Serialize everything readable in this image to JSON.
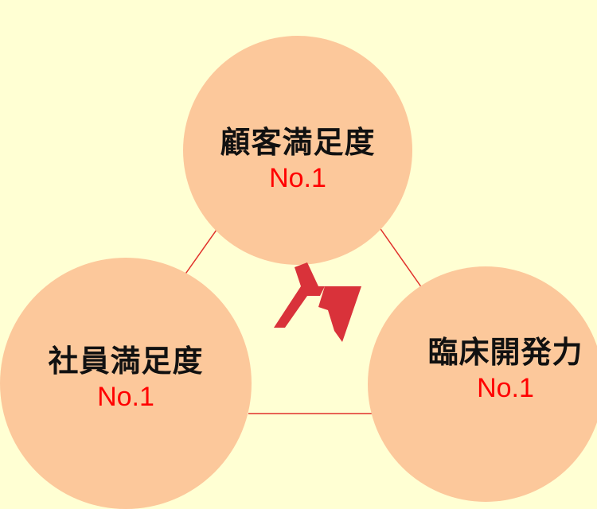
{
  "diagram": {
    "nodes": [
      {
        "id": "top",
        "title": "顧客満足度",
        "rank": "No.1"
      },
      {
        "id": "left",
        "title": "社員満足度",
        "rank": "No.1"
      },
      {
        "id": "right",
        "title": "臨床開発力",
        "rank": "No.1"
      }
    ],
    "edges": [
      {
        "from": "top",
        "to": "left"
      },
      {
        "from": "top",
        "to": "right"
      },
      {
        "from": "left",
        "to": "right"
      }
    ],
    "colors": {
      "background": "#ffffd3",
      "circle_fill": "#fcc89b",
      "connector": "#e0302a",
      "rank_text": "#ff0000",
      "logo": "#d9323a"
    },
    "center_icon": "logo-mark"
  }
}
